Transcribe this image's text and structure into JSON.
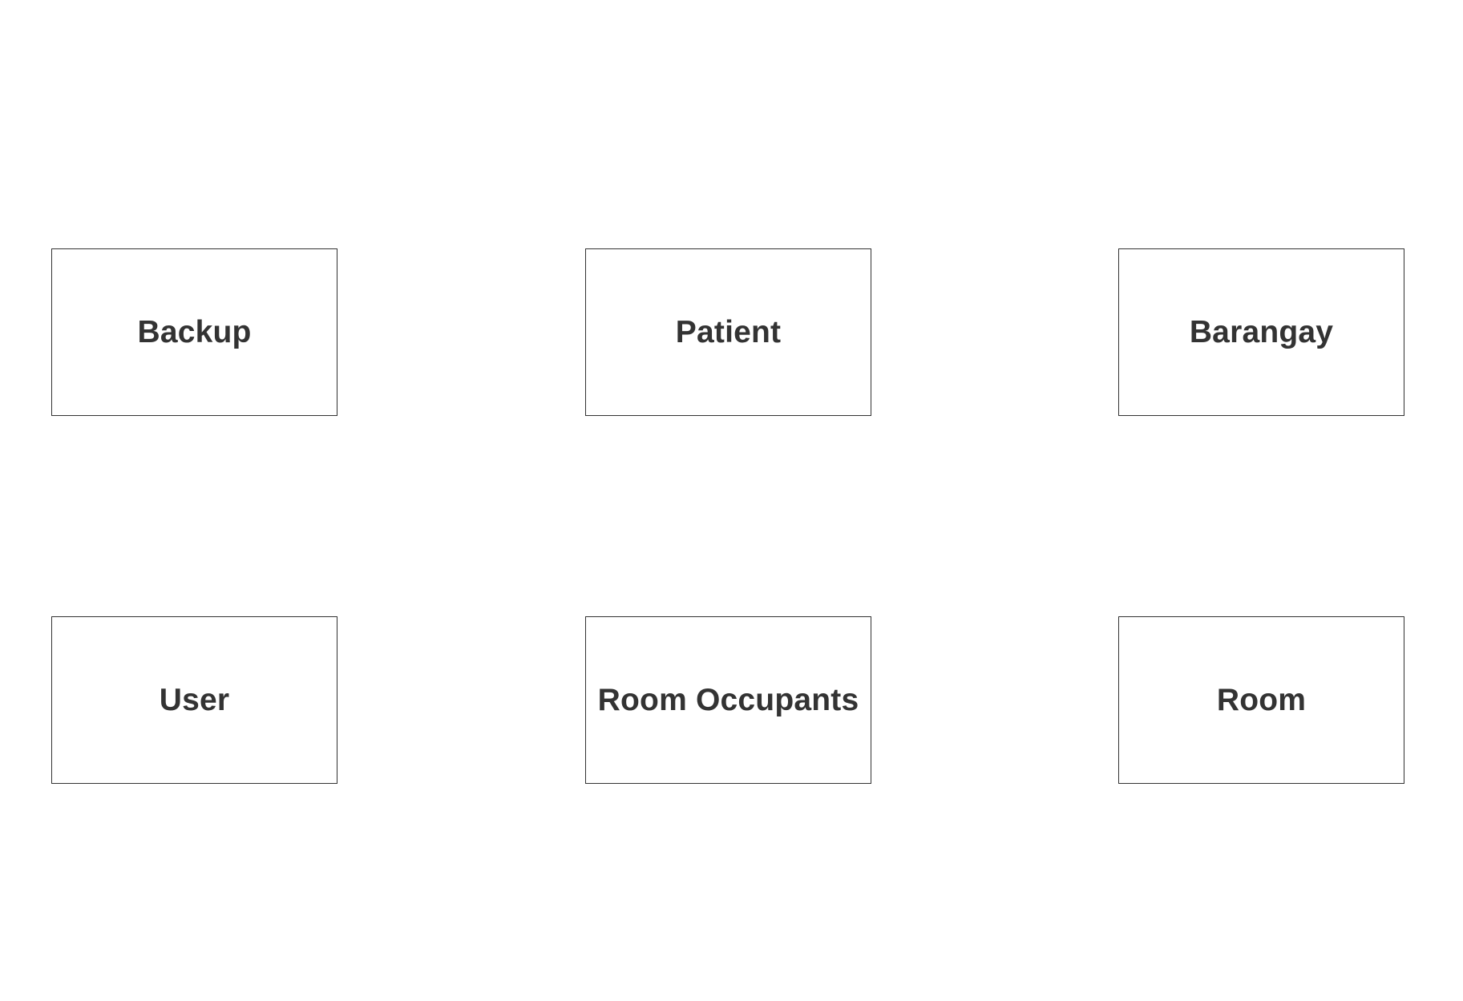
{
  "diagram": {
    "entities": [
      {
        "id": "backup",
        "label": "Backup"
      },
      {
        "id": "patient",
        "label": "Patient"
      },
      {
        "id": "barangay",
        "label": "Barangay"
      },
      {
        "id": "user",
        "label": "User"
      },
      {
        "id": "room_occupants",
        "label": "Room Occupants"
      },
      {
        "id": "room",
        "label": "Room"
      }
    ]
  },
  "colors": {
    "background": "#ffffff",
    "border": "#333333",
    "text": "#333333"
  }
}
